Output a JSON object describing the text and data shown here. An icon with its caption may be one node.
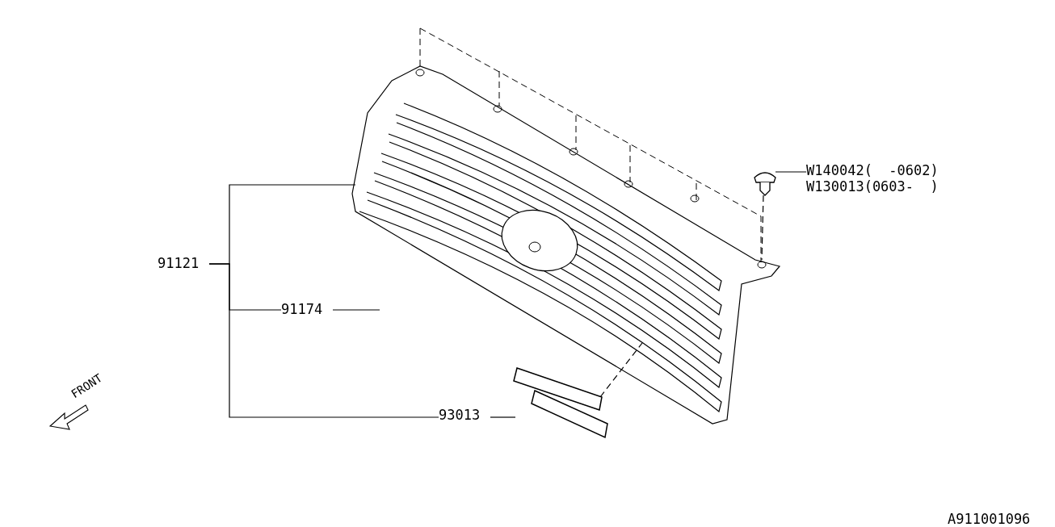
{
  "diagram": {
    "nodes": [
      {
        "text": [
          "91121"
        ]
      },
      {
        "text": [],
        "shape": "picture"
      },
      {
        "text": [
          "91174"
        ]
      },
      {
        "text": [
          "93013"
        ]
      },
      {
        "text": [],
        "shape": "bar"
      },
      {
        "text": [
          "W140042(  -0602)",
          "W130013(0603-  )"
        ]
      },
      {
        "text": [],
        "shape": "picture"
      }
    ],
    "edges": [
      {
        "from": 0,
        "to": 1,
        "arrow": "none"
      },
      {
        "from": 0,
        "to": 2,
        "arrow": "none"
      },
      {
        "from": 0,
        "to": 3,
        "arrow": "none"
      },
      {
        "from": 2,
        "to": null,
        "arrow": "none"
      },
      {
        "from": 3,
        "to": 4,
        "arrow": "none"
      },
      {
        "from": 5,
        "to": 6,
        "arrow": "none"
      },
      {
        "from": 4,
        "to": 1,
        "arrow": "none",
        "style": "dashed"
      },
      {
        "from": 6,
        "to": 1,
        "arrow": "none",
        "style": "dashed"
      }
    ],
    "labels": [
      "FRONT",
      "A911001096"
    ]
  }
}
